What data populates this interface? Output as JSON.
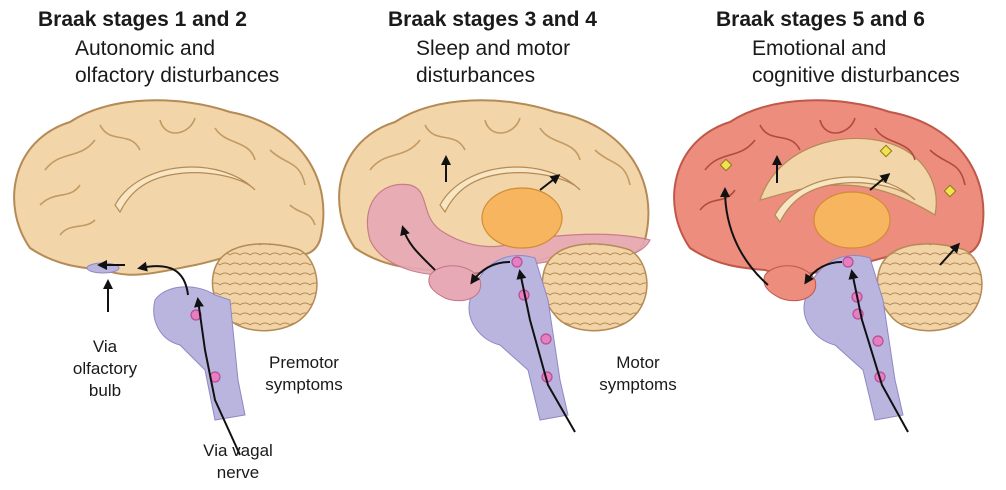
{
  "panels": [
    {
      "title": "Braak stages 1 and 2",
      "subtitle_1": "Autonomic and",
      "subtitle_2": "olfactory disturbances"
    },
    {
      "title": "Braak stages 3 and 4",
      "subtitle_1": "Sleep and motor",
      "subtitle_2": "disturbances"
    },
    {
      "title": "Braak stages 5 and 6",
      "subtitle_1": "Emotional and",
      "subtitle_2": "cognitive disturbances"
    }
  ],
  "annotations": {
    "olfactory_1": "Via",
    "olfactory_2": "olfactory",
    "olfactory_3": "bulb",
    "premotor_1": "Premotor",
    "premotor_2": "symptoms",
    "vagal_1": "Via vagal",
    "vagal_2": "nerve",
    "motor_1": "Motor",
    "motor_2": "symptoms"
  },
  "colors": {
    "cortex": "#f2d5a8",
    "cortex_outline": "#b58a55",
    "cerebellum": "#f1d3a6",
    "brainstem": "#b9b5de",
    "thalamus": "#f6b55e",
    "affected_limbic": "#e7a9b6",
    "affected_cortex": "#ec8d7d",
    "lewy_body": "#e47fc0"
  }
}
